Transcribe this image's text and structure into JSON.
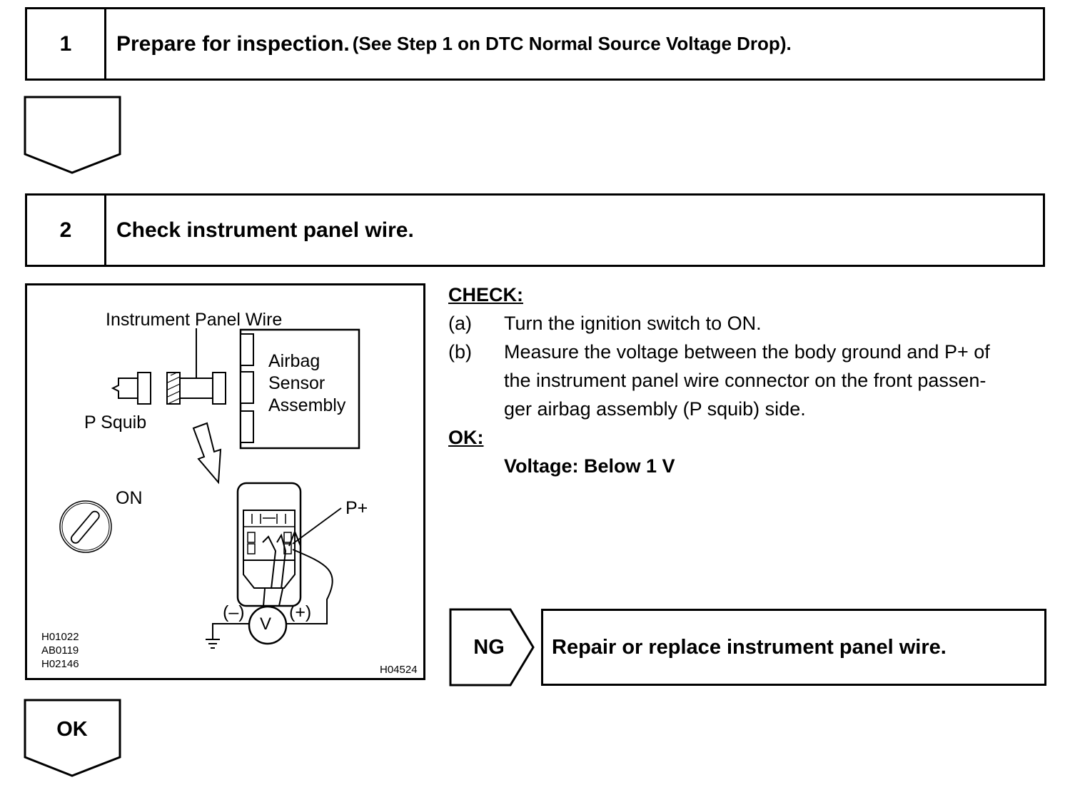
{
  "step1": {
    "number": "1",
    "title": "Prepare for inspection.",
    "subtitle": "(See Step 1 on DTC Normal Source Voltage Drop)."
  },
  "step2": {
    "number": "2",
    "title": "Check instrument panel wire."
  },
  "figure": {
    "label_wire": "Instrument Panel Wire",
    "label_airbag_1": "Airbag",
    "label_airbag_2": "Sensor",
    "label_airbag_3": "Assembly",
    "label_psquib": "P Squib",
    "label_on": "ON",
    "label_pplus": "P+",
    "label_minus": "(–)",
    "label_plus": "(+)",
    "label_v": "V",
    "codes": [
      "H01022",
      "AB0119",
      "H02146"
    ],
    "code_right": "H04524"
  },
  "check": {
    "heading": "CHECK:",
    "items": [
      {
        "label": "(a)",
        "text": "Turn the ignition switch to ON."
      },
      {
        "label": "(b)",
        "lines": [
          "Measure the voltage between the body ground and P+ of",
          "the instrument panel wire connector on the front passen-",
          "ger airbag assembly (P squib) side."
        ]
      }
    ],
    "ok_heading": "OK:",
    "ok_spec": "Voltage: Below 1 V"
  },
  "ng": {
    "label": "NG",
    "action": "Repair or replace instrument panel wire."
  },
  "ok": {
    "label": "OK"
  }
}
